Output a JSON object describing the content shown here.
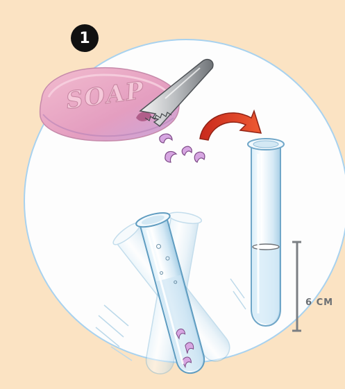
{
  "step": {
    "number": "1"
  },
  "soap": {
    "embossed_text": "SOAP"
  },
  "measurement": {
    "label": "6 CM"
  },
  "colors": {
    "background": "#fbe3c3",
    "circle_fill": "#fdfdfd",
    "circle_border": "#a8d2ef",
    "soap_pink": "#e7a2c2",
    "soap_lavender": "#cfb0dc",
    "arrow_red": "#e0412b",
    "glass_blue": "#8fc4e3",
    "measure_gray": "#7b7f83"
  },
  "icons": [
    "step-number-badge",
    "soap-bar",
    "knife-icon",
    "curved-arrow-icon",
    "test-tube-icon"
  ]
}
